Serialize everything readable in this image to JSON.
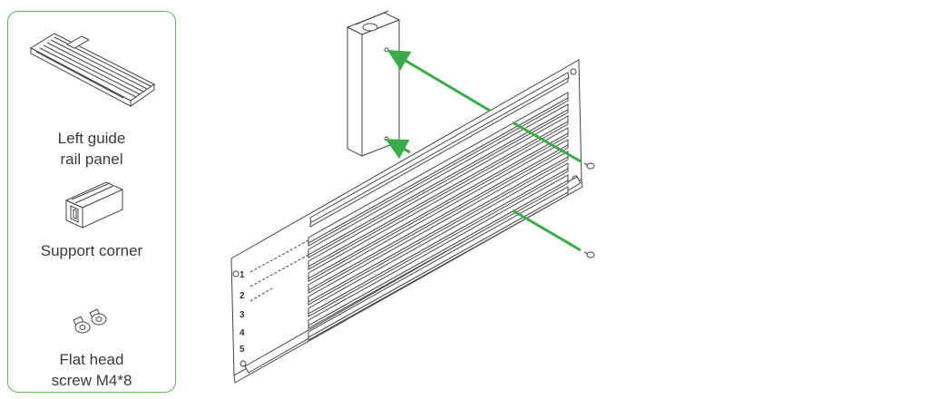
{
  "legend": {
    "items": [
      {
        "name": "rail-panel",
        "label": "Left guide\nrail panel",
        "icon": "guide-rail-panel-icon"
      },
      {
        "name": "support-corner",
        "label": "Support corner",
        "icon": "support-corner-icon"
      },
      {
        "name": "flat-head-screw",
        "label": "Flat head\nscrew M4*8",
        "icon": "flat-head-screw-icon"
      }
    ]
  },
  "diagram": {
    "slot_labels": [
      "1",
      "2",
      "3",
      "4",
      "5"
    ],
    "arrow_color": "#3aaa4a",
    "line_color": "#444444",
    "border_color": "#5cb85c"
  }
}
